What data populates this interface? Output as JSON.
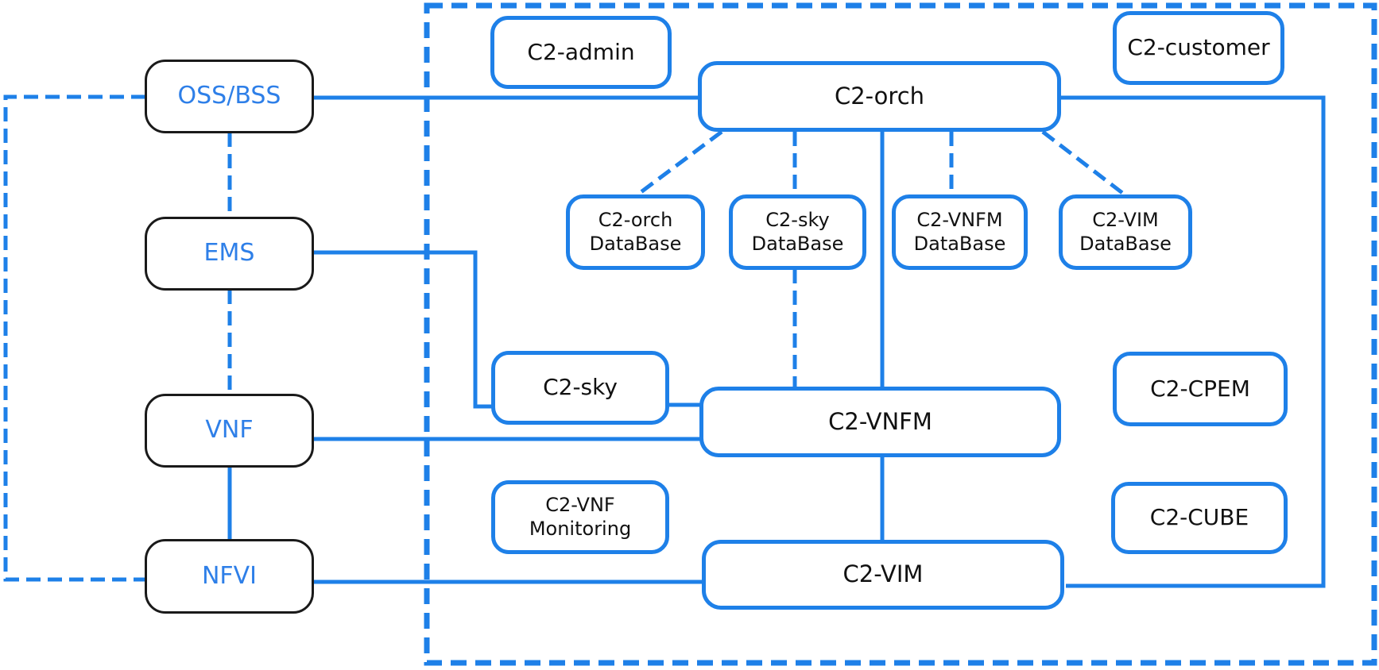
{
  "colors": {
    "accent_blue": "#1e80e8",
    "left_text_blue": "#2e7fe8",
    "box_border_black": "#1a1a1a",
    "text_black": "#111111",
    "background": "#ffffff"
  },
  "nodes": {
    "oss_bss": {
      "label": "OSS/BSS"
    },
    "ems": {
      "label": "EMS"
    },
    "vnf": {
      "label": "VNF"
    },
    "nfvi": {
      "label": "NFVI"
    },
    "c2_admin": {
      "label": "C2-admin"
    },
    "c2_orch": {
      "label": "C2-orch"
    },
    "c2_customer": {
      "label": "C2-customer"
    },
    "c2_orch_db": {
      "line1": "C2-orch",
      "line2": "DataBase"
    },
    "c2_sky_db": {
      "line1": "C2-sky",
      "line2": "DataBase"
    },
    "c2_vnfm_db": {
      "line1": "C2-VNFM",
      "line2": "DataBase"
    },
    "c2_vim_db": {
      "line1": "C2-VIM",
      "line2": "DataBase"
    },
    "c2_sky": {
      "label": "C2-sky"
    },
    "c2_vnfm": {
      "label": "C2-VNFM"
    },
    "c2_cpem": {
      "label": "C2-CPEM"
    },
    "c2_vnf_monitoring": {
      "line1": "C2-VNF",
      "line2": "Monitoring"
    },
    "c2_cube": {
      "label": "C2-CUBE"
    },
    "c2_vim": {
      "label": "C2-VIM"
    }
  },
  "edges": [
    {
      "from": "OSS/BSS",
      "to": "C2-orch",
      "style": "solid"
    },
    {
      "from": "C2-orch",
      "to": "C2-VIM",
      "style": "solid",
      "note": "routed right side around C2-CPEM/C2-CUBE"
    },
    {
      "from": "OSS/BSS",
      "to": "NFVI",
      "style": "dashed",
      "note": "left bracket"
    },
    {
      "from": "OSS/BSS",
      "to": "EMS",
      "style": "dashed"
    },
    {
      "from": "EMS",
      "to": "VNF",
      "style": "dashed"
    },
    {
      "from": "VNF",
      "to": "NFVI",
      "style": "solid"
    },
    {
      "from": "EMS",
      "to": "C2-sky",
      "style": "solid"
    },
    {
      "from": "VNF",
      "to": "C2-VNFM",
      "style": "solid"
    },
    {
      "from": "NFVI",
      "to": "C2-VIM",
      "style": "solid"
    },
    {
      "from": "C2-sky",
      "to": "C2-VNFM",
      "style": "solid"
    },
    {
      "from": "C2-orch",
      "to": "C2-VNFM",
      "style": "solid"
    },
    {
      "from": "C2-VNFM",
      "to": "C2-VIM",
      "style": "solid"
    },
    {
      "from": "C2-orch",
      "to": "C2-orch DataBase",
      "style": "dashed"
    },
    {
      "from": "C2-orch",
      "to": "C2-sky DataBase",
      "style": "dashed"
    },
    {
      "from": "C2-orch",
      "to": "C2-VNFM DataBase",
      "style": "dashed"
    },
    {
      "from": "C2-orch",
      "to": "C2-VIM DataBase",
      "style": "dashed"
    },
    {
      "from": "C2-sky DataBase",
      "to": "C2-VNFM",
      "style": "dashed"
    }
  ],
  "boundary": {
    "style": "dashed",
    "label": ""
  }
}
